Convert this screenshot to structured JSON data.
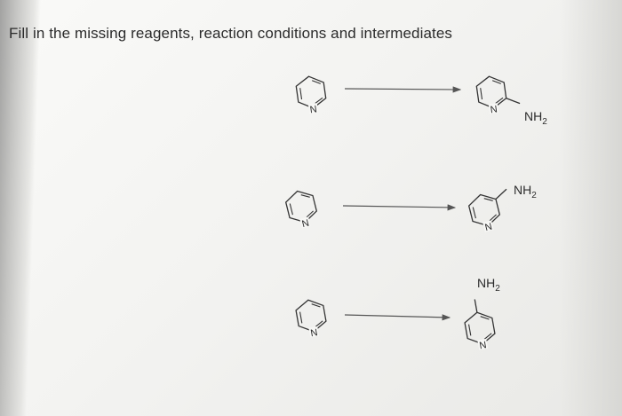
{
  "question": {
    "text": "Fill in the missing reagents, reaction conditions and intermediates"
  },
  "reactions": [
    {
      "starting_material": {
        "ring_atom_label": "N"
      },
      "product": {
        "ring_atom_label": "N",
        "substituent_label": "NH",
        "substituent_subscript": "2"
      }
    },
    {
      "starting_material": {
        "ring_atom_label": "N"
      },
      "product": {
        "ring_atom_label": "N",
        "substituent_label": "NH",
        "substituent_subscript": "2"
      }
    },
    {
      "starting_material": {
        "ring_atom_label": "N"
      },
      "product": {
        "ring_atom_label": "N",
        "substituent_label": "NH",
        "substituent_subscript": "2"
      }
    }
  ]
}
